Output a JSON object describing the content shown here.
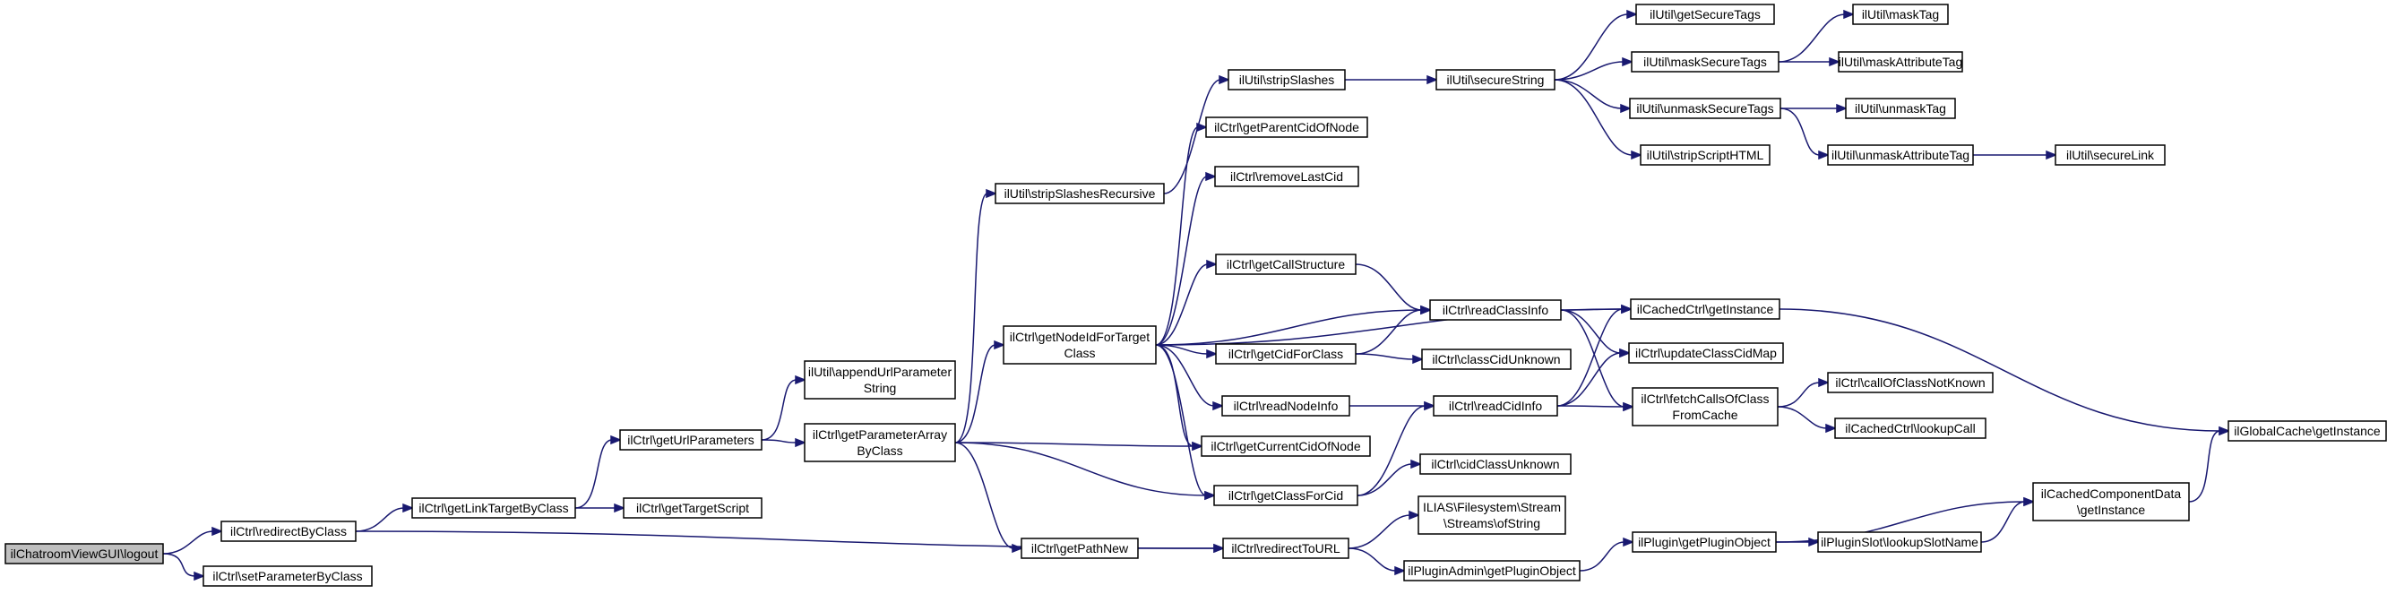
{
  "nodes": [
    {
      "id": "n0",
      "lines": [
        "ilChatroomViewGUI\\logout"
      ],
      "root": true
    },
    {
      "id": "n1",
      "lines": [
        "ilCtrl\\redirectByClass"
      ]
    },
    {
      "id": "n2",
      "lines": [
        "ilCtrl\\setParameterByClass"
      ]
    },
    {
      "id": "n3",
      "lines": [
        "ilCtrl\\getLinkTargetByClass"
      ]
    },
    {
      "id": "n4",
      "lines": [
        "ilCtrl\\redirectToURL"
      ]
    },
    {
      "id": "n5",
      "lines": [
        "ilCtrl\\getUrlParameters"
      ]
    },
    {
      "id": "n6",
      "lines": [
        "ilCtrl\\getTargetScript"
      ]
    },
    {
      "id": "n7",
      "lines": [
        "ilUtil\\appendUrlParameter",
        "String"
      ]
    },
    {
      "id": "n8",
      "lines": [
        "ilCtrl\\getParameterArray",
        "ByClass"
      ]
    },
    {
      "id": "n9",
      "lines": [
        "ilUtil\\stripSlashesRecursive"
      ]
    },
    {
      "id": "n10",
      "lines": [
        "ilCtrl\\getNodeIdForTarget",
        "Class"
      ]
    },
    {
      "id": "n11",
      "lines": [
        "ilCtrl\\getPathNew"
      ]
    },
    {
      "id": "n12",
      "lines": [
        "ilUtil\\stripSlashes"
      ]
    },
    {
      "id": "n13",
      "lines": [
        "ilCtrl\\getParentCidOfNode"
      ]
    },
    {
      "id": "n14",
      "lines": [
        "ilCtrl\\removeLastCid"
      ]
    },
    {
      "id": "n15",
      "lines": [
        "ilCtrl\\getCallStructure"
      ]
    },
    {
      "id": "n16",
      "lines": [
        "ilCtrl\\getCidForClass"
      ]
    },
    {
      "id": "n17",
      "lines": [
        "ilCtrl\\readNodeInfo"
      ]
    },
    {
      "id": "n18",
      "lines": [
        "ilCtrl\\getCurrentCidOfNode"
      ]
    },
    {
      "id": "n19",
      "lines": [
        "ilCtrl\\getClassForCid"
      ]
    },
    {
      "id": "n20",
      "lines": [
        "ILIAS\\Filesystem\\Stream",
        "\\Streams\\ofString"
      ]
    },
    {
      "id": "n21",
      "lines": [
        "ilPluginAdmin\\getPluginObject"
      ]
    },
    {
      "id": "n22",
      "lines": [
        "ilUtil\\secureString"
      ]
    },
    {
      "id": "n23",
      "lines": [
        "ilCtrl\\readClassInfo"
      ]
    },
    {
      "id": "n24",
      "lines": [
        "ilCtrl\\classCidUnknown"
      ]
    },
    {
      "id": "n25",
      "lines": [
        "ilCtrl\\readCidInfo"
      ]
    },
    {
      "id": "n26",
      "lines": [
        "ilCtrl\\cidClassUnknown"
      ]
    },
    {
      "id": "n27",
      "lines": [
        "ilPlugin\\getPluginObject"
      ]
    },
    {
      "id": "n28",
      "lines": [
        "ilUtil\\getSecureTags"
      ]
    },
    {
      "id": "n29",
      "lines": [
        "ilUtil\\maskSecureTags"
      ]
    },
    {
      "id": "n30",
      "lines": [
        "ilUtil\\unmaskSecureTags"
      ]
    },
    {
      "id": "n31",
      "lines": [
        "ilUtil\\stripScriptHTML"
      ]
    },
    {
      "id": "n32",
      "lines": [
        "ilCachedCtrl\\getInstance"
      ]
    },
    {
      "id": "n33",
      "lines": [
        "ilCtrl\\updateClassCidMap"
      ]
    },
    {
      "id": "n34",
      "lines": [
        "ilCtrl\\fetchCallsOfClass",
        "FromCache"
      ]
    },
    {
      "id": "n35",
      "lines": [
        "ilPluginSlot\\lookupSlotName"
      ]
    },
    {
      "id": "n36",
      "lines": [
        "ilCachedComponentData",
        "\\getInstance"
      ]
    },
    {
      "id": "n37",
      "lines": [
        "ilUtil\\maskTag"
      ]
    },
    {
      "id": "n38",
      "lines": [
        "ilUtil\\maskAttributeTag"
      ]
    },
    {
      "id": "n39",
      "lines": [
        "ilUtil\\unmaskTag"
      ]
    },
    {
      "id": "n40",
      "lines": [
        "ilUtil\\unmaskAttributeTag"
      ]
    },
    {
      "id": "n41",
      "lines": [
        "ilCtrl\\callOfClassNotKnown"
      ]
    },
    {
      "id": "n42",
      "lines": [
        "ilCachedCtrl\\lookupCall"
      ]
    },
    {
      "id": "n43",
      "lines": [
        "ilGlobalCache\\getInstance"
      ]
    },
    {
      "id": "n44",
      "lines": [
        "ilUtil\\secureLink"
      ]
    }
  ],
  "edges": [
    [
      "n0",
      "n1"
    ],
    [
      "n0",
      "n2"
    ],
    [
      "n1",
      "n3"
    ],
    [
      "n1",
      "n4"
    ],
    [
      "n3",
      "n5"
    ],
    [
      "n3",
      "n6"
    ],
    [
      "n5",
      "n7"
    ],
    [
      "n5",
      "n8"
    ],
    [
      "n8",
      "n9"
    ],
    [
      "n8",
      "n10"
    ],
    [
      "n8",
      "n11"
    ],
    [
      "n8",
      "n18"
    ],
    [
      "n8",
      "n19"
    ],
    [
      "n9",
      "n12"
    ],
    [
      "n12",
      "n22"
    ],
    [
      "n22",
      "n28"
    ],
    [
      "n22",
      "n29"
    ],
    [
      "n22",
      "n30"
    ],
    [
      "n22",
      "n31"
    ],
    [
      "n29",
      "n37"
    ],
    [
      "n29",
      "n38"
    ],
    [
      "n30",
      "n39"
    ],
    [
      "n30",
      "n40"
    ],
    [
      "n40",
      "n44"
    ],
    [
      "n10",
      "n13"
    ],
    [
      "n10",
      "n14"
    ],
    [
      "n10",
      "n15"
    ],
    [
      "n10",
      "n32"
    ],
    [
      "n10",
      "n23"
    ],
    [
      "n10",
      "n16"
    ],
    [
      "n10",
      "n17"
    ],
    [
      "n10",
      "n18"
    ],
    [
      "n10",
      "n19"
    ],
    [
      "n15",
      "n23"
    ],
    [
      "n16",
      "n23"
    ],
    [
      "n16",
      "n24"
    ],
    [
      "n23",
      "n32"
    ],
    [
      "n23",
      "n33"
    ],
    [
      "n23",
      "n34"
    ],
    [
      "n17",
      "n25"
    ],
    [
      "n19",
      "n25"
    ],
    [
      "n19",
      "n26"
    ],
    [
      "n25",
      "n32"
    ],
    [
      "n25",
      "n33"
    ],
    [
      "n25",
      "n34"
    ],
    [
      "n34",
      "n41"
    ],
    [
      "n34",
      "n42"
    ],
    [
      "n32",
      "n43"
    ],
    [
      "n11",
      "n4"
    ],
    [
      "n4",
      "n20"
    ],
    [
      "n4",
      "n21"
    ],
    [
      "n21",
      "n27"
    ],
    [
      "n27",
      "n35"
    ],
    [
      "n27",
      "n36"
    ],
    [
      "n35",
      "n36"
    ],
    [
      "n36",
      "n43"
    ]
  ]
}
